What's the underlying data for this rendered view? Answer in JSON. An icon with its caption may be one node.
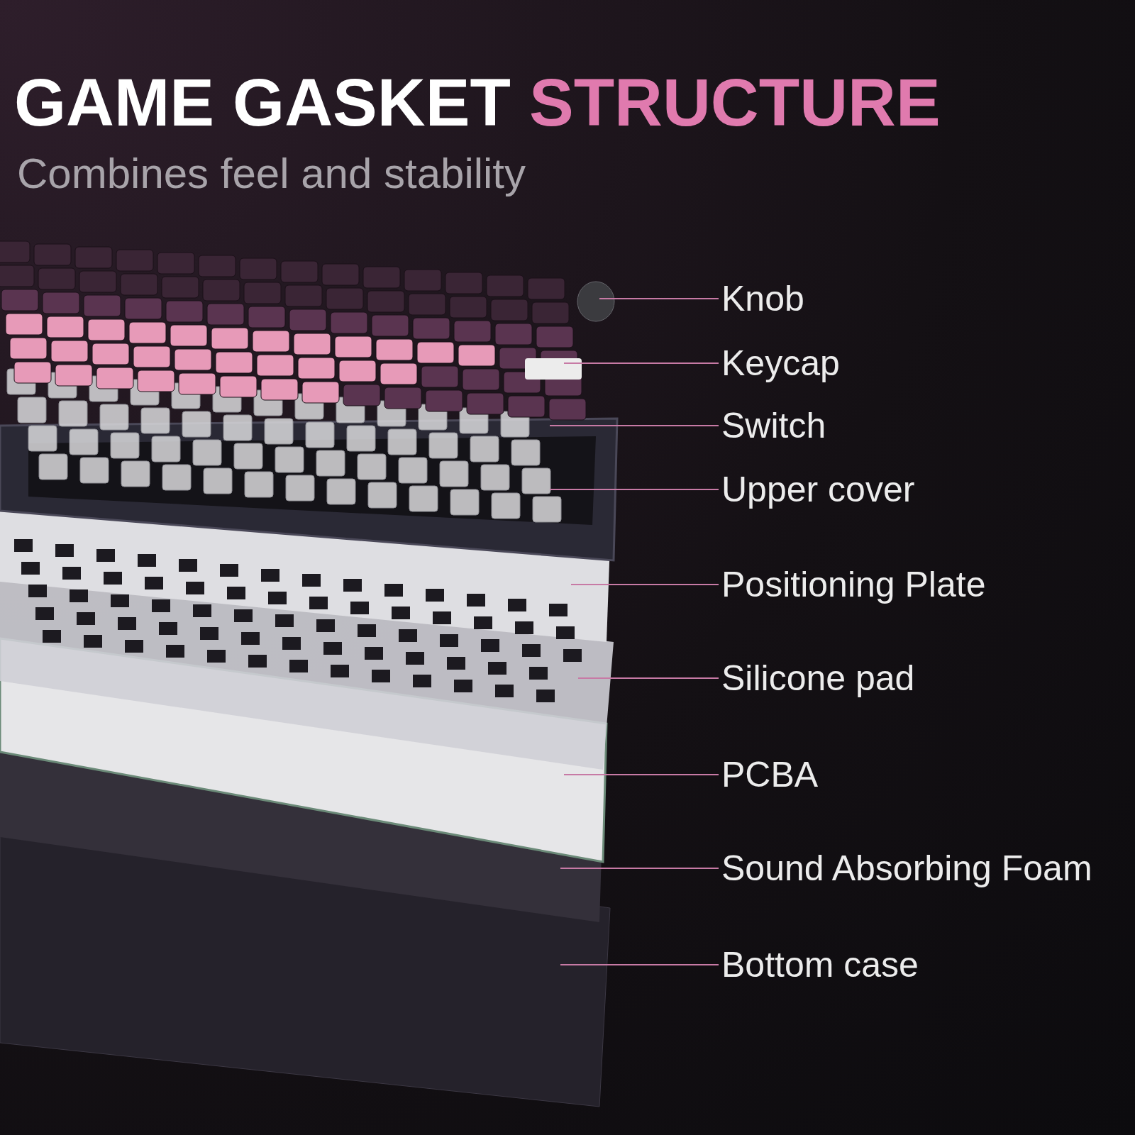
{
  "diagram": {
    "title": "GAME GASKET STRUCTURE",
    "nodes": [
      {
        "text": [
          "Knob"
        ]
      },
      {
        "text": [
          "Keycap"
        ]
      },
      {
        "text": [
          "Switch"
        ]
      },
      {
        "text": [
          "Upper cover"
        ]
      },
      {
        "text": [
          "Positioning Plate"
        ]
      },
      {
        "text": [
          "Silicone pad"
        ]
      },
      {
        "text": [
          "PCBA"
        ]
      },
      {
        "text": [
          "Sound Absorbing Foam"
        ]
      },
      {
        "text": [
          "Bottom case"
        ]
      }
    ],
    "edges": [
      {
        "from": 0,
        "to": null,
        "arrow": "none"
      },
      {
        "from": 1,
        "to": null,
        "arrow": "none"
      },
      {
        "from": 2,
        "to": null,
        "arrow": "none"
      },
      {
        "from": 3,
        "to": null,
        "arrow": "none"
      },
      {
        "from": 4,
        "to": null,
        "arrow": "none"
      },
      {
        "from": 5,
        "to": null,
        "arrow": "none"
      },
      {
        "from": 6,
        "to": null,
        "arrow": "none"
      },
      {
        "from": 7,
        "to": null,
        "arrow": "none"
      },
      {
        "from": 8,
        "to": null,
        "arrow": "none"
      }
    ],
    "labels": [
      "Combines feel and stability"
    ]
  }
}
